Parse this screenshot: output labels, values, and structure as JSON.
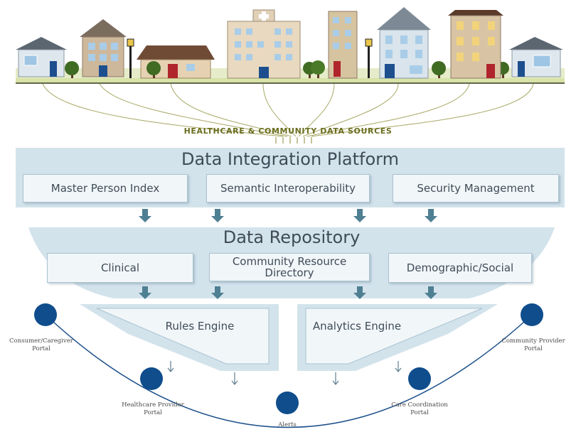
{
  "sources_label": "HEALTHCARE & COMMUNITY DATA SOURCES",
  "integration": {
    "title": "Data Integration Platform",
    "boxes": [
      "Master Person Index",
      "Semantic Interoperability",
      "Security Management"
    ]
  },
  "repository": {
    "title": "Data Repository",
    "boxes": [
      "Clinical",
      "Community Resource Directory",
      "Demographic/Social"
    ]
  },
  "engines": {
    "rules": "Rules Engine",
    "analytics": "Analytics Engine"
  },
  "portals": {
    "consumer": "Consumer/Caregiver Portal",
    "healthcare": "Healthcare Provider Portal",
    "alerts": "Alerts",
    "care": "Care Coordination Portal",
    "community": "Community Provider Portal"
  },
  "colors": {
    "band": "#d3e3ec",
    "arrow": "#4f7f92",
    "node": "#0f4d8c",
    "source_text": "#6a6d1e"
  }
}
